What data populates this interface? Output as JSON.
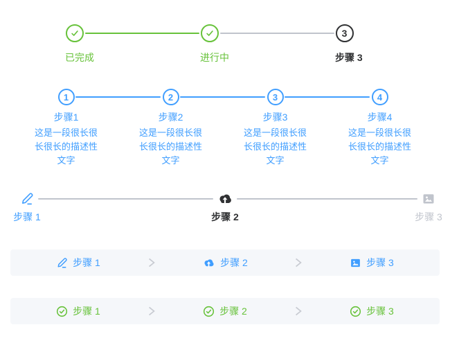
{
  "colors": {
    "primary": "#409EFF",
    "success": "#67C23A",
    "process_text": "#303133",
    "wait_gray": "#C0C4CC",
    "line_gray": "#C0C4CC",
    "simple_bar_bg": "#F5F7FA"
  },
  "status_stepper": {
    "steps": [
      {
        "title": "已完成",
        "state": "success",
        "icon": "check-icon"
      },
      {
        "title": "进行中",
        "state": "success",
        "icon": "check-icon"
      },
      {
        "title": "步骤 3",
        "state": "process",
        "number": "3"
      }
    ]
  },
  "numbered_stepper": {
    "steps": [
      {
        "number": "1",
        "title": "步骤1",
        "description": "这是一段很长很长很长的描述性文字"
      },
      {
        "number": "2",
        "title": "步骤2",
        "description": "这是一段很长很长很长的描述性文字"
      },
      {
        "number": "3",
        "title": "步骤3",
        "description": "这是一段很长很长很长的描述性文字"
      },
      {
        "number": "4",
        "title": "步骤4",
        "description": "这是一段很长很长很长的描述性文字"
      }
    ]
  },
  "icon_stepper": {
    "steps": [
      {
        "title": "步骤 1",
        "state": "finish",
        "icon": "edit-icon"
      },
      {
        "title": "步骤 2",
        "state": "process",
        "icon": "cloud-upload-icon"
      },
      {
        "title": "步骤 3",
        "state": "wait",
        "icon": "picture-icon"
      }
    ]
  },
  "simple_stepper_primary": {
    "steps": [
      {
        "label": "步骤 1",
        "icon": "edit-icon"
      },
      {
        "label": "步骤 2",
        "icon": "cloud-upload-icon"
      },
      {
        "label": "步骤 3",
        "icon": "picture-icon"
      }
    ],
    "separator_icon": "chevron-right-icon"
  },
  "simple_stepper_success": {
    "steps": [
      {
        "label": "步骤 1",
        "icon": "circle-check-icon"
      },
      {
        "label": "步骤 2",
        "icon": "circle-check-icon"
      },
      {
        "label": "步骤 3",
        "icon": "circle-check-icon"
      }
    ],
    "separator_icon": "chevron-right-icon"
  }
}
